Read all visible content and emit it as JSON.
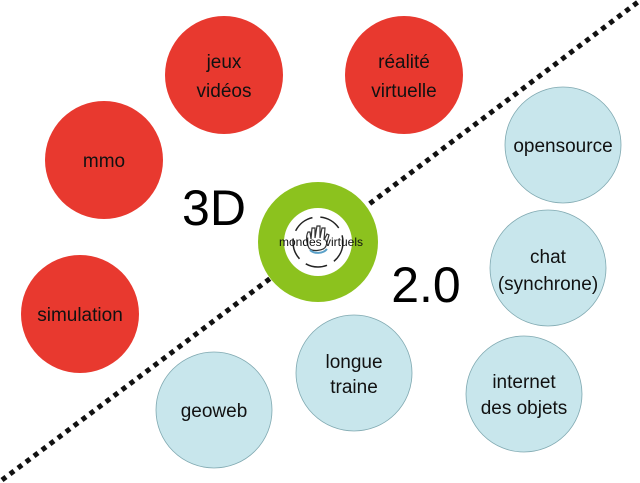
{
  "colors": {
    "red": "#e8392f",
    "light_blue": "#c8e6ec",
    "green": "#8cc21e",
    "divider": "#111111"
  },
  "center": {
    "label": "mondes virtuels",
    "icon": "hand-icon"
  },
  "zones": {
    "left": "3D",
    "right": "2.0"
  },
  "red_circles": [
    {
      "lines": [
        "jeux",
        "vidéos"
      ]
    },
    {
      "lines": [
        "réalité",
        "virtuelle"
      ]
    },
    {
      "lines": [
        "mmo"
      ]
    },
    {
      "lines": [
        "simulation"
      ]
    }
  ],
  "blue_circles": [
    {
      "lines": [
        "opensource"
      ]
    },
    {
      "lines": [
        "chat",
        "(synchrone)"
      ]
    },
    {
      "lines": [
        "longue",
        "traine"
      ]
    },
    {
      "lines": [
        "internet",
        "des objets"
      ]
    },
    {
      "lines": [
        "geoweb"
      ]
    }
  ]
}
